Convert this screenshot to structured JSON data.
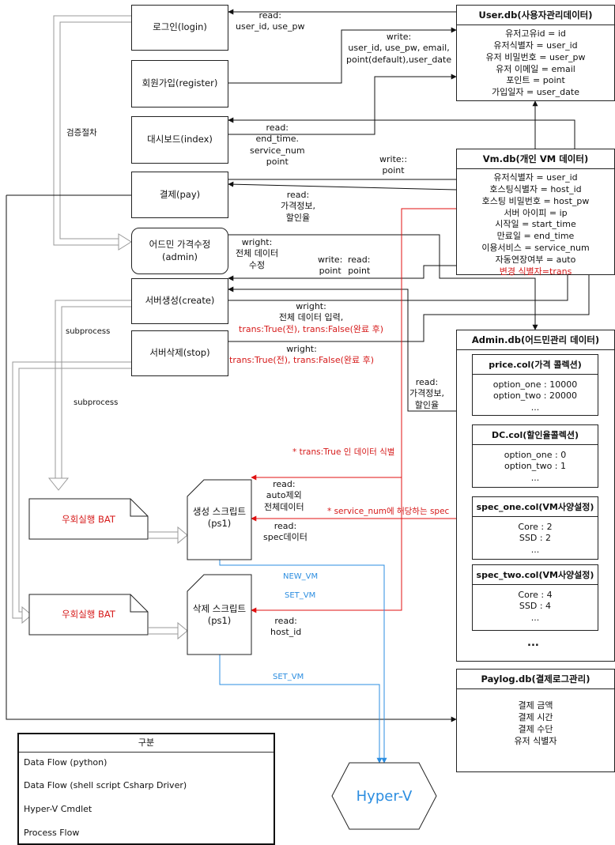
{
  "process_boxes": {
    "login": "로그인(login)",
    "register": "회원가입(register)",
    "index": "대시보드(index)",
    "pay": "결제(pay)",
    "admin_line1": "어드민 가격수정",
    "admin_line2": "(admin)",
    "create": "서버생성(create)",
    "stop": "서버삭제(stop)"
  },
  "user_db": {
    "title": "User.db(사용자관리데이터)",
    "fields": [
      "유저고유id = id",
      "유저식별자 = user_id",
      "유저 비밀번호 = user_pw",
      "유저 이메일 = email",
      "포인트 = point",
      "가입일자 = user_date"
    ]
  },
  "vm_db": {
    "title": "Vm.db(개인 VM 데이터)",
    "fields": [
      "유저식별자 = user_id",
      "호스팅식별자 = host_id",
      "호스팅 비밀번호 = host_pw",
      "서버 아이피 = ip",
      "시작일 = start_time",
      "만료일 = end_time",
      "이용서비스 = service_num",
      "자동연장여부 = auto"
    ],
    "highlight_field": "변경 식별자=trans",
    "highlight_color": "#d61a1a"
  },
  "admin_db": {
    "title": "Admin.db(어드민관리 데이터)",
    "collections": [
      {
        "title": "price.col(가격 콜렉션)",
        "rows": [
          "option_one : 10000",
          "option_two : 20000",
          "..."
        ]
      },
      {
        "title": "DC.col(할인율콜렉션)",
        "rows": [
          "option_one : 0",
          "option_two : 1",
          "..."
        ]
      },
      {
        "title": "spec_one.col(VM사양설정)",
        "rows": [
          "Core : 2",
          "SSD : 2",
          "..."
        ]
      },
      {
        "title": "spec_two.col(VM사양설정)",
        "rows": [
          "Core : 4",
          "SSD : 4",
          "..."
        ]
      }
    ],
    "more": "..."
  },
  "paylog_db": {
    "title": "Paylog.db(결제로그관리)",
    "fields": [
      "결제 금액",
      "결제 시간",
      "결제 수단",
      "유저 식별자"
    ]
  },
  "scripts": {
    "create_line1": "생성 스크립트",
    "create_line2": "(ps1)",
    "delete_line1": "삭제 스크립트",
    "delete_line2": "(ps1)"
  },
  "bat": {
    "bat1": "우회실행 BAT",
    "bat2": "우회실행 BAT"
  },
  "hyperv": "Hyper-V",
  "labels": {
    "read_login": [
      "read:",
      "user_id, use_pw"
    ],
    "write_register": [
      "write:",
      "user_id, use_pw, email,",
      "point(default),user_date"
    ],
    "read_index": [
      "read:",
      "end_time.",
      "service_num",
      "point"
    ],
    "write_point": [
      "write::",
      "point"
    ],
    "read_pay": [
      "read:",
      "가격정보,",
      "할인율"
    ],
    "wright_admin": [
      "wright:",
      "전체 데이터",
      "수정"
    ],
    "write_point2": [
      "write:",
      "point"
    ],
    "read_point2": [
      "read:",
      "point"
    ],
    "create_label": [
      "wright:",
      "전체 데이터 입력,",
      "trans:True(전), trans:False(완료 후)"
    ],
    "stop_label": [
      "wright:",
      "trans:True(전), trans:False(완료 후)"
    ],
    "read_admin_create": [
      "read:",
      "가격정보,",
      "할인율"
    ],
    "trans_identify": "* trans:True 인 데이터 식별",
    "read_auto": [
      "read:",
      "auto제외",
      "전체데이터"
    ],
    "service_spec": "* service_num에 해당하는 spec",
    "read_spec": [
      "read:",
      "spec데이터"
    ],
    "read_host": [
      "read:",
      "host_id"
    ],
    "new_vm": "NEW_VM",
    "set_vm1": "SET_VM",
    "set_vm2": "SET_VM",
    "verify": "검증절차",
    "subprocess1": "subprocess",
    "subprocess2": "subprocess"
  },
  "legend": {
    "title": "구분",
    "items": [
      {
        "label": "Data Flow (python)",
        "color": "#111111"
      },
      {
        "label": "Data Flow (shell script Csharp Driver)",
        "color": "#e01010"
      },
      {
        "label": "Hyper-V Cmdlet",
        "color": "#2b8de0"
      },
      {
        "label": "Process Flow",
        "color": "#888888"
      }
    ]
  },
  "colors": {
    "python": "#111111",
    "shell": "#e01010",
    "cmdlet": "#2b8de0",
    "process": "#999999"
  }
}
